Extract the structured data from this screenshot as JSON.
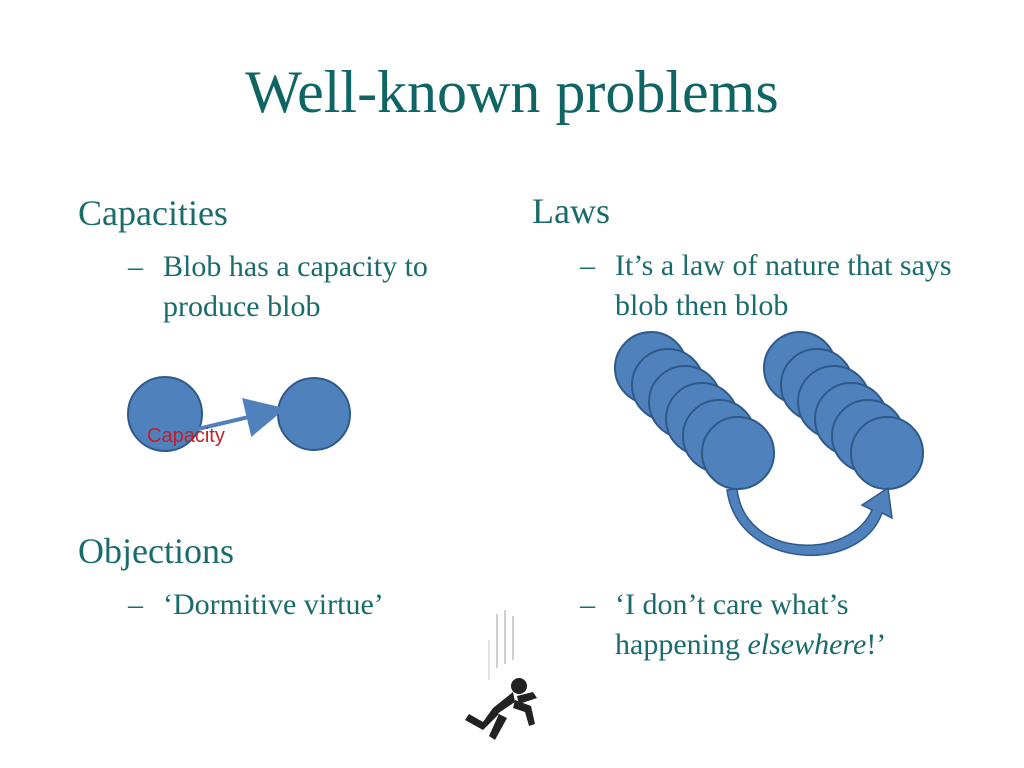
{
  "title": "Well-known problems",
  "left": {
    "heading": "Capacities",
    "bullet_dash": "–",
    "bullet": "Blob has a capacity to produce blob",
    "diagram_label": "Capacity"
  },
  "right": {
    "heading": "Laws",
    "bullet_dash": "–",
    "bullet": "It’s a law of nature that says blob then blob"
  },
  "bottom_left": {
    "heading": "Objections",
    "bullet_dash": "–",
    "bullet": "‘Dormitive virtue’"
  },
  "bottom_right": {
    "bullet_dash": "–",
    "bullet_pre": "‘I don’t care what’s happening ",
    "bullet_em": "elsewhere",
    "bullet_post": "!’"
  },
  "colors": {
    "title": "#0f6464",
    "text": "#1a6b6b",
    "blob_fill": "#4f81bd",
    "blob_stroke": "#2e5a8a",
    "capacity_label": "#c0202a"
  }
}
